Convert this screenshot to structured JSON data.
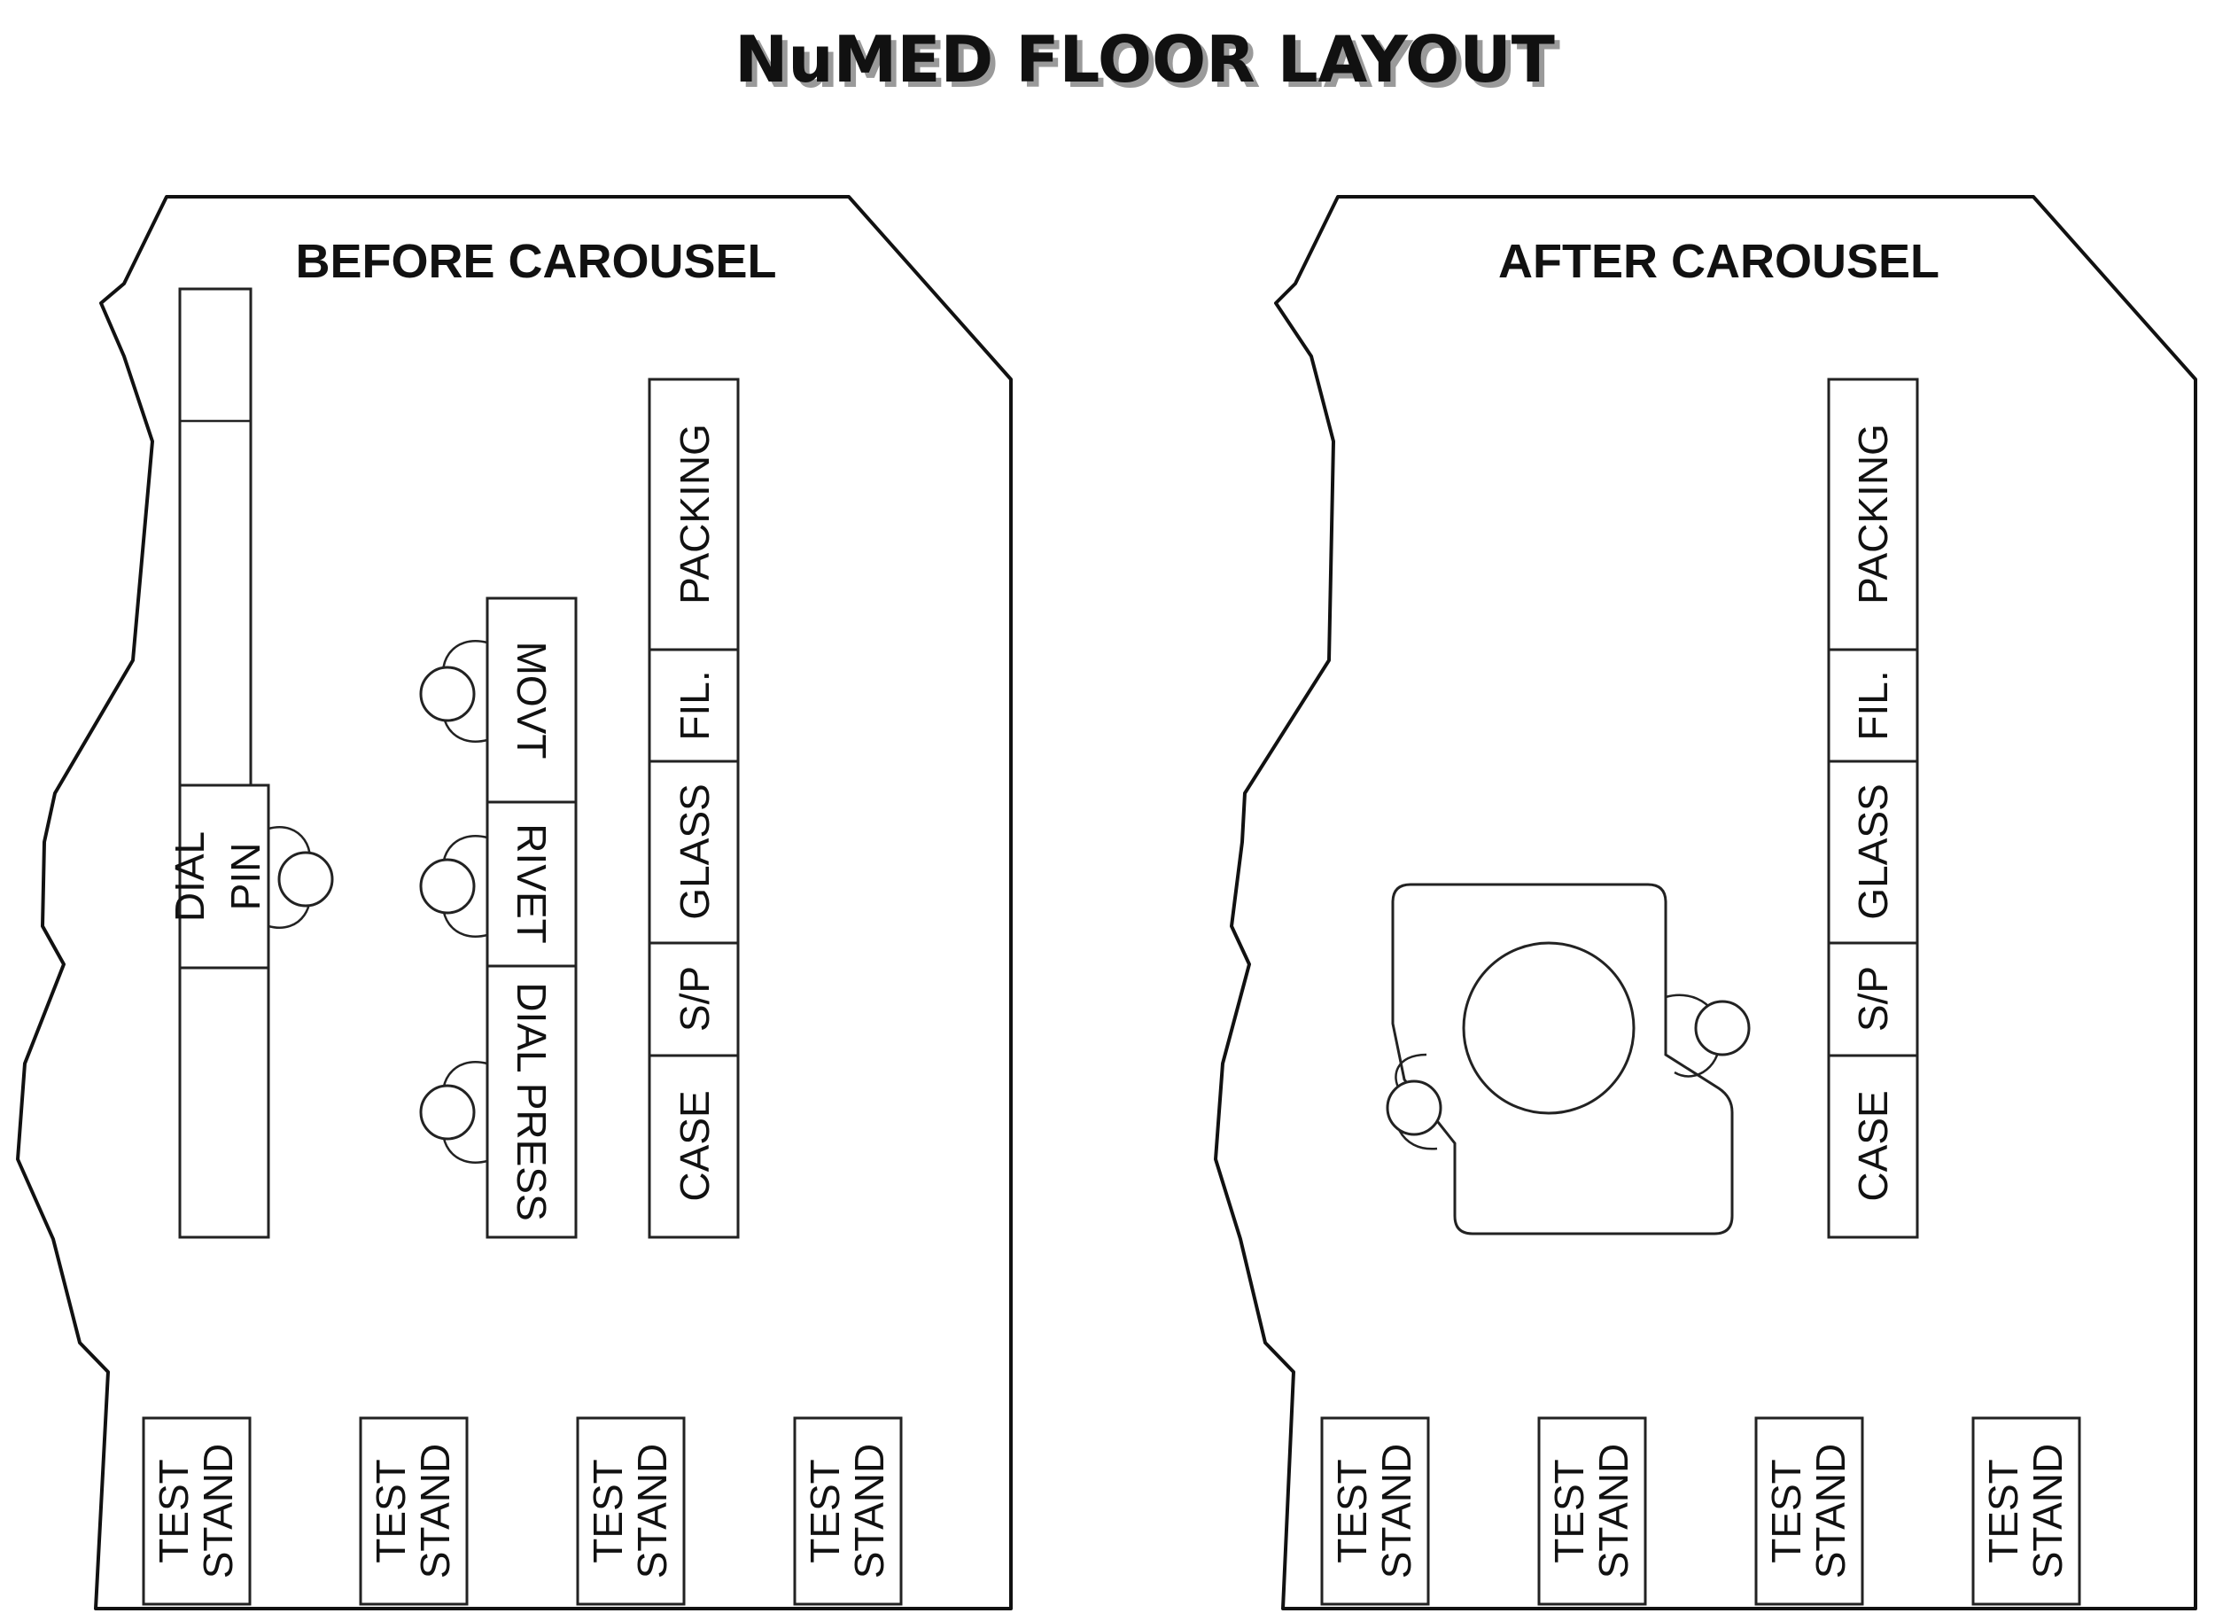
{
  "title": "NuMED FLOOR LAYOUT",
  "panels": {
    "before": {
      "heading": "BEFORE CAROUSEL",
      "stations": {
        "dial_pin_line1": "DIAL",
        "dial_pin_line2": "PIN",
        "movt": "MOVT",
        "rivet": "RIVET",
        "dial_press": "DIAL PRESS",
        "packing": "PACKING",
        "fil": "FIL.",
        "glass": "GLASS",
        "sp": "S/P",
        "case": "CASE"
      },
      "test_stands": [
        {
          "line1": "TEST",
          "line2": "STAND"
        },
        {
          "line1": "TEST",
          "line2": "STAND"
        },
        {
          "line1": "TEST",
          "line2": "STAND"
        },
        {
          "line1": "TEST",
          "line2": "STAND"
        }
      ]
    },
    "after": {
      "heading": "AFTER CAROUSEL",
      "stations": {
        "packing": "PACKING",
        "fil": "FIL.",
        "glass": "GLASS",
        "sp": "S/P",
        "case": "CASE"
      },
      "test_stands": [
        {
          "line1": "TEST",
          "line2": "STAND"
        },
        {
          "line1": "TEST",
          "line2": "STAND"
        },
        {
          "line1": "TEST",
          "line2": "STAND"
        },
        {
          "line1": "TEST",
          "line2": "STAND"
        }
      ]
    }
  }
}
